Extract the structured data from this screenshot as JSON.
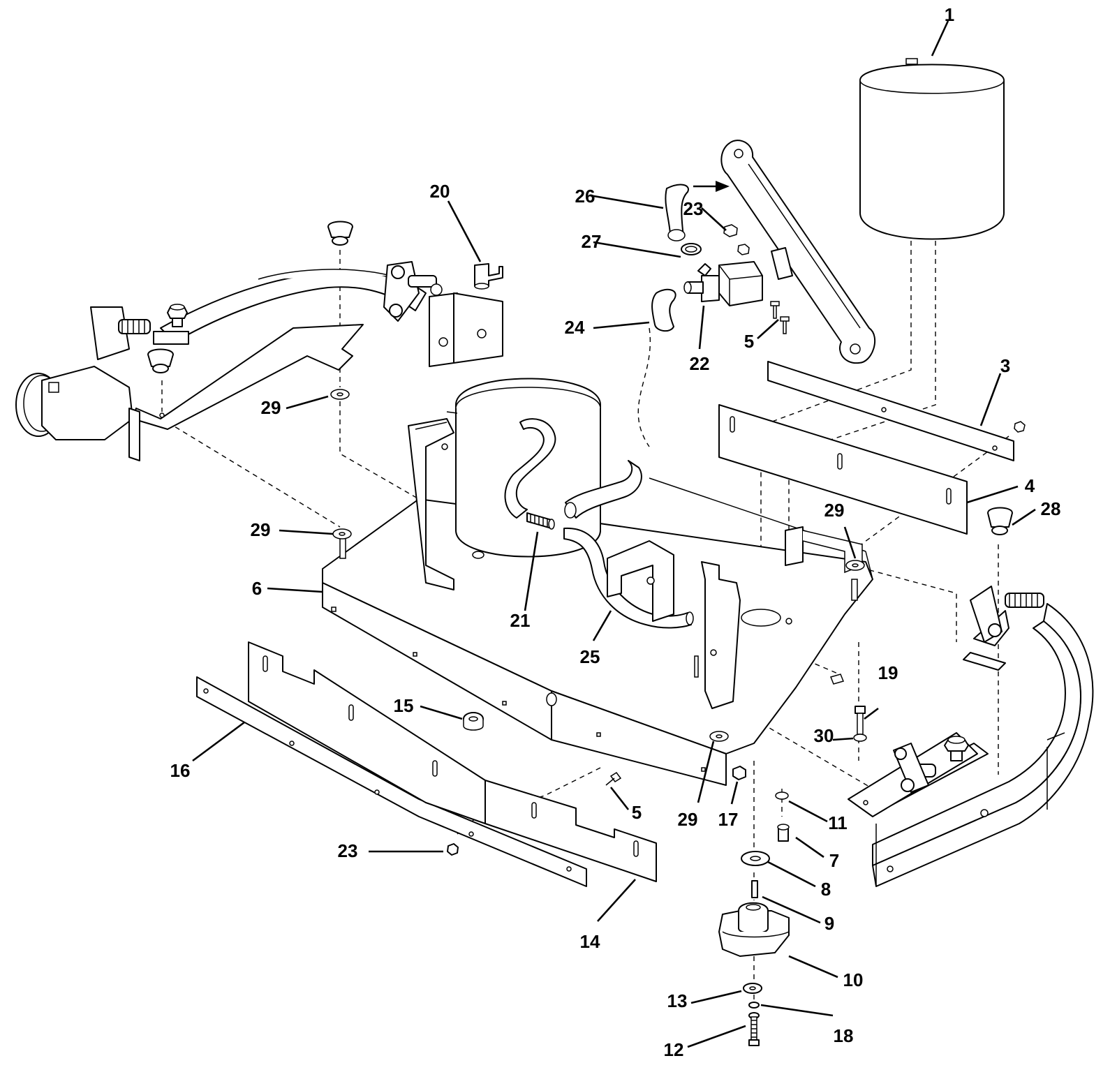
{
  "callouts": [
    "1",
    "3",
    "4",
    "5",
    "5",
    "6",
    "7",
    "8",
    "9",
    "10",
    "11",
    "12",
    "13",
    "14",
    "15",
    "16",
    "17",
    "18",
    "19",
    "20",
    "21",
    "22",
    "23",
    "23",
    "24",
    "25",
    "26",
    "27",
    "28",
    "29",
    "29",
    "29",
    "29",
    "30"
  ]
}
